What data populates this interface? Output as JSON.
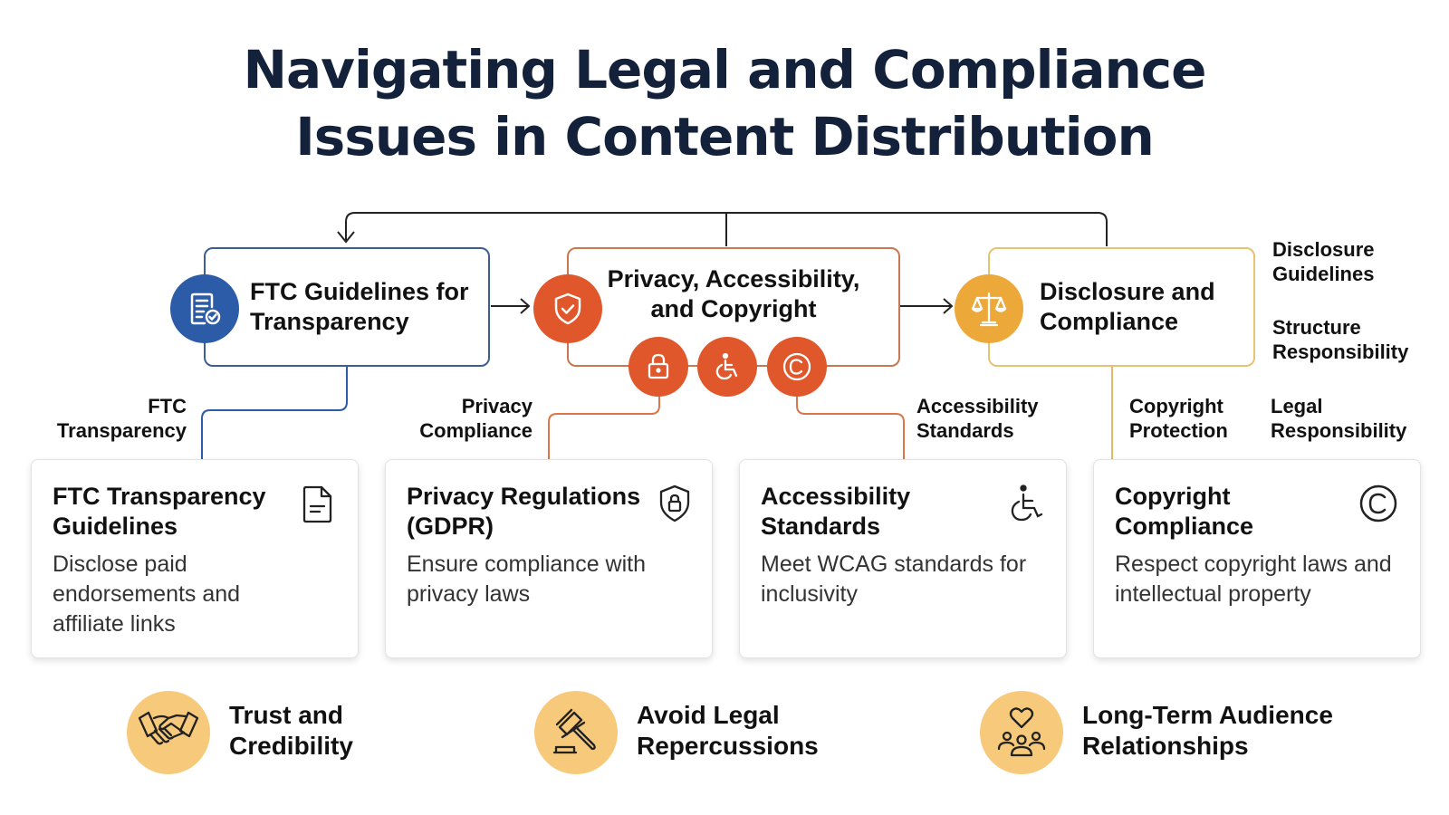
{
  "title": {
    "line1": "Navigating Legal and Compliance",
    "line2": "Issues in Content Distribution"
  },
  "colors": {
    "blue": "#2c5ba8",
    "orange": "#e0572b",
    "gold": "#eda83a",
    "benefit_bg": "#f7c97a",
    "title": "#14213a"
  },
  "hubs": [
    {
      "line1": "FTC Guidelines for",
      "line2": "Transparency",
      "icon": "document-check-icon",
      "color": "blue"
    },
    {
      "line1": "Privacy, Accessibility,",
      "line2": "and Copyright",
      "icon": "shield-check-icon",
      "color": "orange",
      "sub_icons": [
        "lock-icon",
        "wheelchair-icon",
        "copyright-icon"
      ]
    },
    {
      "line1": "Disclosure and",
      "line2": "Compliance",
      "icon": "scales-icon",
      "color": "gold"
    }
  ],
  "connector_labels": [
    {
      "line1": "FTC",
      "line2": "Transparency"
    },
    {
      "line1": "Privacy",
      "line2": "Compliance"
    },
    {
      "line1": "Accessibility",
      "line2": "Standards"
    },
    {
      "line1": "Copyright",
      "line2": "Protection"
    },
    {
      "line1": "Legal",
      "line2": "Responsibility"
    }
  ],
  "side_labels": [
    {
      "line1": "Disclosure",
      "line2": "Guidelines"
    },
    {
      "line1": "Structure",
      "line2": "Responsibility"
    }
  ],
  "cards": [
    {
      "title": "FTC Transparency Guidelines",
      "description": "Disclose paid endorsements and affiliate links",
      "icon": "document-icon"
    },
    {
      "title": "Privacy Regulations (GDPR)",
      "description": "Ensure compliance with privacy laws",
      "icon": "shield-lock-icon"
    },
    {
      "title": "Accessibility Standards",
      "description": "Meet WCAG standards for inclusivity",
      "icon": "wheelchair-icon"
    },
    {
      "title": "Copyright Compliance",
      "description": "Respect copyright laws and intellectual property",
      "icon": "copyright-icon"
    }
  ],
  "benefits": [
    {
      "line1": "Trust and",
      "line2": "Credibility",
      "icon": "handshake-icon"
    },
    {
      "line1": "Avoid Legal",
      "line2": "Repercussions",
      "icon": "gavel-icon"
    },
    {
      "line1": "Long-Term Audience",
      "line2": "Relationships",
      "icon": "community-heart-icon"
    }
  ]
}
